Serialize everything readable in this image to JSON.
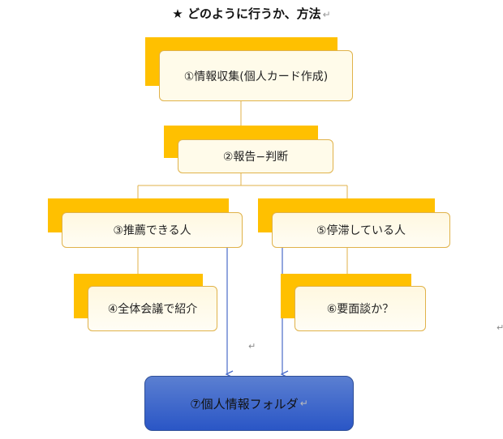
{
  "title": "★ どのように行うか、方法",
  "return_mark": "↵",
  "boxes": {
    "b1": "①情報収集(個人カード作成)",
    "b2": "②報告−判断",
    "b3": "③推薦できる人",
    "b4": "④全体会議で紹介",
    "b5": "⑤停滞している人",
    "b6": "⑥要面談か？",
    "b7": "⑦個人情報フォルダ"
  },
  "colors": {
    "tab": "#ffc000",
    "box_fill": "#fffbea",
    "box_border": "#e0b24a",
    "final_fill": "#2a56c6",
    "connector": "#e0b24a",
    "arrow": "#4a6cc9"
  }
}
